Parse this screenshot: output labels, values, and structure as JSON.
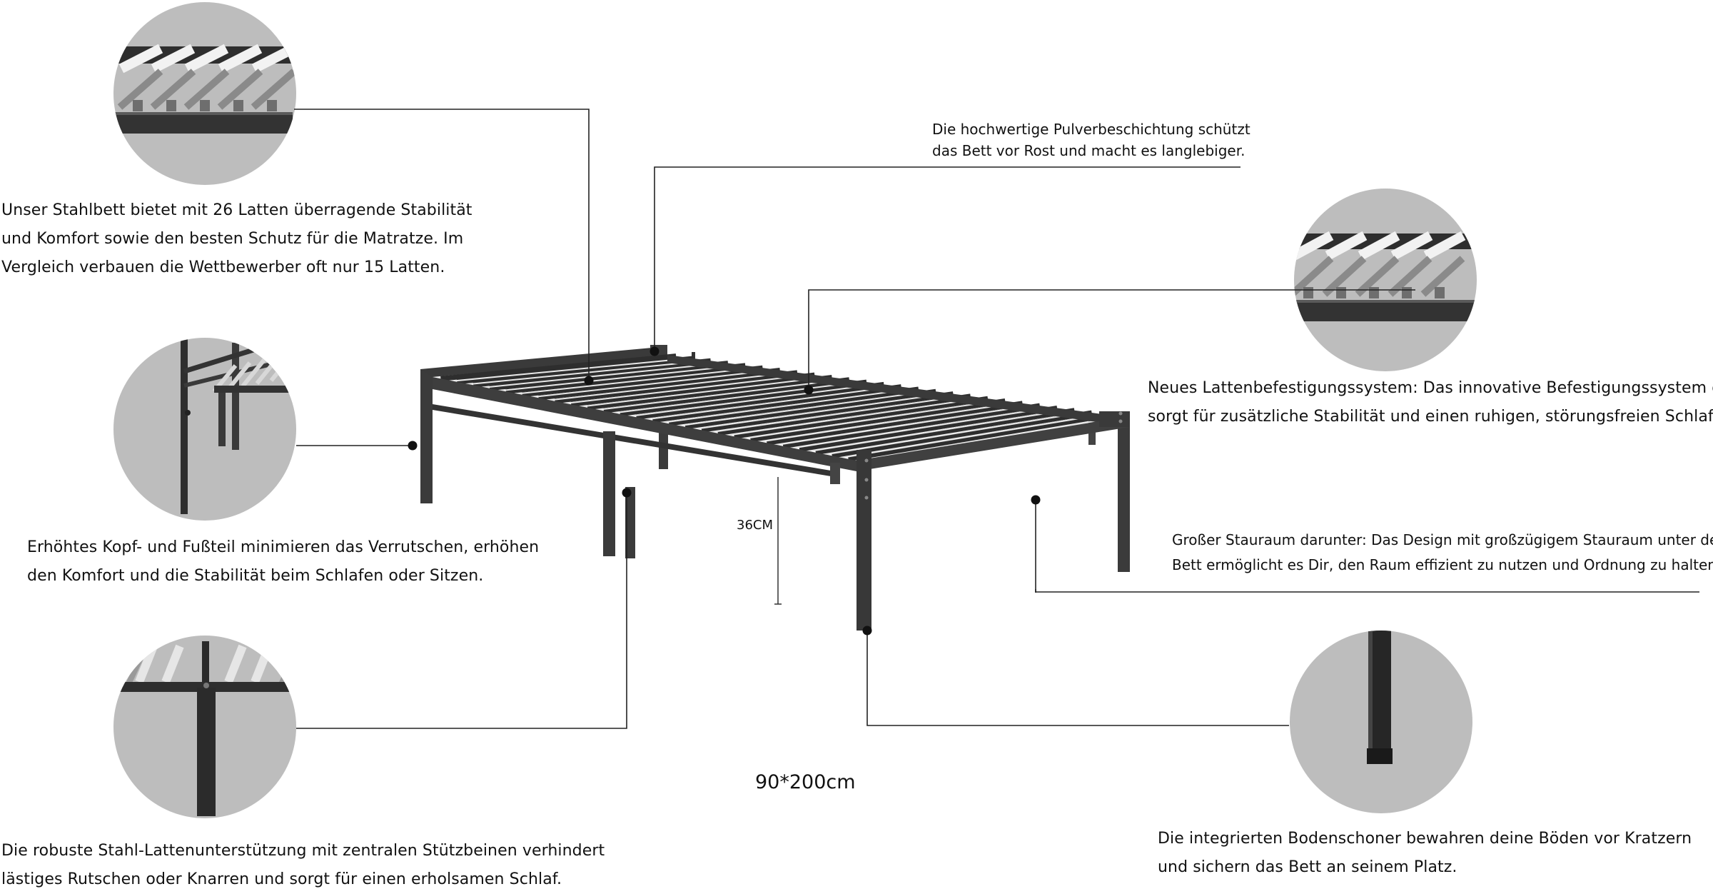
{
  "callouts": {
    "slats": {
      "lines": [
        "Unser Stahlbett bietet mit 26 Latten überragende Stabilität",
        "und Komfort sowie den besten Schutz für die Matratze. Im",
        " Vergleich verbauen die Wettbewerber oft nur 15 Latten."
      ]
    },
    "coating": {
      "lines": [
        "Die hochwertige Pulverbeschichtung schützt",
        "das Bett vor Rost und macht es langlebiger."
      ]
    },
    "headboard": {
      "lines": [
        "Erhöhtes Kopf- und Fußteil minimieren das Verrutschen, erhöhen",
        " den Komfort und die Stabilität beim Schlafen oder Sitzen."
      ]
    },
    "fixing": {
      "lines": [
        "Neues Lattenbefestigungssystem: Das innovative Befestigungssystem der Latten",
        "sorgt für zusätzliche Stabilität und einen ruhigen, störungsfreien Schlaf."
      ]
    },
    "storage": {
      "lines": [
        "Großer Stauraum darunter: Das Design mit großzügigem Stauraum unter dem",
        "Bett ermöglicht es Dir, den Raum effizient zu nutzen und Ordnung zu halten."
      ]
    },
    "support": {
      "lines": [
        "Die robuste Stahl-Lattenunterstützung mit zentralen Stützbeinen verhindert",
        "lästiges Rutschen oder Knarren und sorgt für einen erholsamen Schlaf."
      ]
    },
    "floor": {
      "lines": [
        "Die integrierten Bodenschoner bewahren deine Böden vor Kratzern",
        "und sichern das Bett an seinem Platz."
      ]
    }
  },
  "measurements": {
    "height": "36CM",
    "size": "90*200cm"
  },
  "colors": {
    "frame": "#3a3a3a",
    "slat": "#2e2e2e",
    "circle_bg": "#bdbdbd",
    "line": "#222222"
  }
}
